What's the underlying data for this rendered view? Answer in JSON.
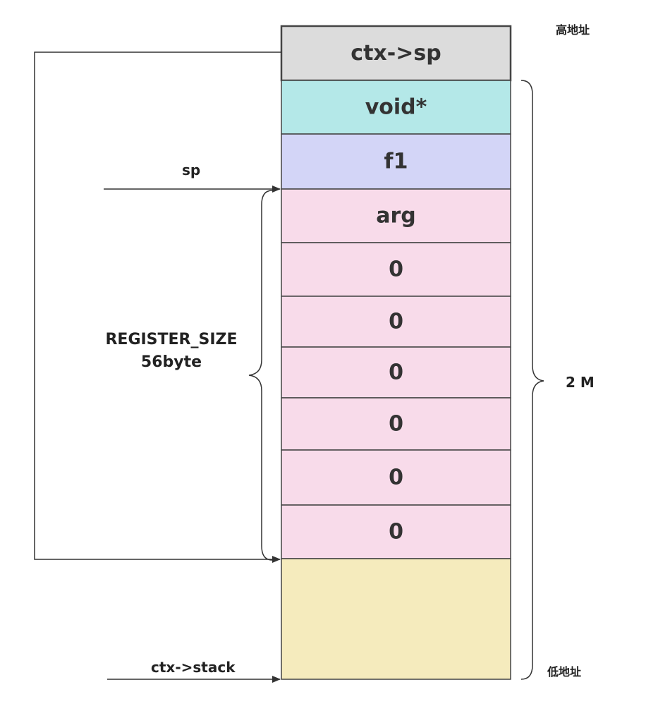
{
  "address_labels": {
    "high": "高地址",
    "low": "低地址"
  },
  "stack_cells": [
    {
      "label": "ctx->sp",
      "color": "#dcdcdc"
    },
    {
      "label": "void*",
      "color": "#b4e8e8"
    },
    {
      "label": "f1",
      "color": "#d3d5f7"
    },
    {
      "label": "arg",
      "color": "#f8dbea"
    },
    {
      "label": "0",
      "color": "#f8dbea"
    },
    {
      "label": "0",
      "color": "#f8dbea"
    },
    {
      "label": "0",
      "color": "#f8dbea"
    },
    {
      "label": "0",
      "color": "#f8dbea"
    },
    {
      "label": "0",
      "color": "#f8dbea"
    },
    {
      "label": "0",
      "color": "#f8dbea"
    },
    {
      "label": "",
      "color": "#f5ebbd"
    }
  ],
  "pointers": {
    "sp": "sp",
    "stack": "ctx->stack"
  },
  "register_size": {
    "line1": "REGISTER_SIZE",
    "line2": "56byte"
  },
  "total_size": "2 M",
  "colors": {
    "border": "#444444",
    "line": "#333333"
  }
}
